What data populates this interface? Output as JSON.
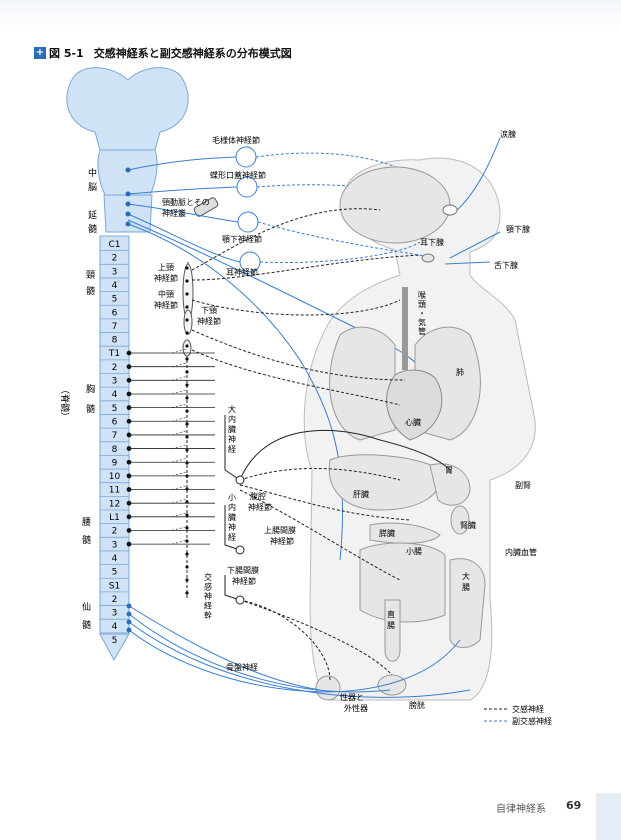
{
  "figure": {
    "number": "図 5-1",
    "title": "交感神経系と副交感神経系の分布模式図",
    "icon": "square-plus-icon"
  },
  "brain_labels": {
    "midbrain": [
      "中",
      "脳"
    ],
    "medulla": [
      "延",
      "髄"
    ]
  },
  "spine": {
    "cervical": [
      "C1",
      "2",
      "3",
      "4",
      "5",
      "6",
      "7",
      "8"
    ],
    "thoracic": [
      "T1",
      "2",
      "3",
      "4",
      "5",
      "6",
      "7",
      "8",
      "9",
      "10",
      "11",
      "12"
    ],
    "lumbar": [
      "L1",
      "2",
      "3",
      "4",
      "5"
    ],
    "sacral": [
      "S1",
      "2",
      "3",
      "4",
      "5"
    ],
    "region_labels": {
      "cervical": [
        "頸",
        "髄"
      ],
      "thoracic": [
        "胸",
        "髄"
      ],
      "spinal_cord": "（脊髄）",
      "lumbar": [
        "腰",
        "髄"
      ],
      "sacral": [
        "仙",
        "髄"
      ]
    }
  },
  "ganglia": {
    "ciliary": "毛様体神経節",
    "pterygopalatine": "蝶形口蓋神経節",
    "carotid_plexus": [
      "頸動脈とその",
      "神経叢"
    ],
    "submandibular": "顎下神経節",
    "otic": "耳神経節",
    "superior_cervical": [
      "上頸",
      "神経節"
    ],
    "middle_cervical": [
      "中頸",
      "神経節"
    ],
    "inferior_cervical": [
      "下頸",
      "神経節"
    ],
    "greater_splanchnic": [
      "大",
      "内",
      "臓",
      "神",
      "経"
    ],
    "lesser_splanchnic": [
      "小",
      "内",
      "臓",
      "神",
      "経"
    ],
    "celiac": [
      "腹腔",
      "神経節"
    ],
    "superior_mesenteric": [
      "上腸間膜",
      "神経節"
    ],
    "inferior_mesenteric": [
      "下腸間膜",
      "神経節"
    ],
    "sympathetic_trunk": [
      "交",
      "感",
      "神",
      "経",
      "幹"
    ],
    "pelvic_nerve": "骨盤神経"
  },
  "organs": {
    "lacrimal": "涙腺",
    "submandibular_gland": "顎下腺",
    "parotid": "耳下腺",
    "sublingual": "舌下腺",
    "larynx": [
      "喉",
      "頭",
      "・",
      "気",
      "管"
    ],
    "lung": "肺",
    "heart": "心臓",
    "stomach": "胃",
    "liver": "肝臓",
    "adrenal": "副腎",
    "kidney": "腎臓",
    "pancreas": "膵臓",
    "small_intestine": "小腸",
    "visceral_vessels": "内臓血管",
    "large_intestine": [
      "大",
      "腸"
    ],
    "rectum": [
      "直",
      "腸"
    ],
    "genitals": [
      "性器と",
      "外性器"
    ],
    "bladder": "膀胱"
  },
  "legend": {
    "sympathetic": "交感神経",
    "parasympathetic": "副交感神経"
  },
  "colors": {
    "sympathetic": "#222222",
    "parasympathetic": "#3a7fd0",
    "organ_fill": "#e6e6e6",
    "spine_fill": "#cfe2f6",
    "accent": "#2b6cb8"
  },
  "footer": {
    "section": "自律神経系",
    "page": "69"
  }
}
